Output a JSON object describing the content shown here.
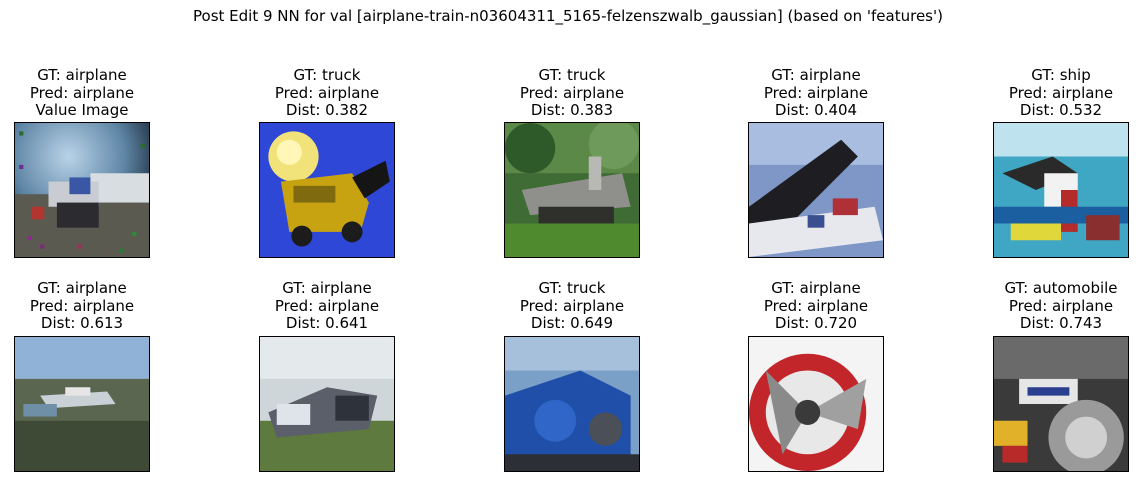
{
  "figure": {
    "title": "Post Edit 9 NN for val [airplane-train-n03604311_5165-felzenszwalb_gaussian] (based on 'features')"
  },
  "panels": [
    {
      "gt": "GT: airplane",
      "pred": "Pred: airplane",
      "extra": "Value Image",
      "image": "airplane-on-tarmac-noisy-thumbnail"
    },
    {
      "gt": "GT: truck",
      "pred": "Pred: airplane",
      "extra": "Dist: 0.382",
      "image": "yellow-truck-blue-background-thumbnail"
    },
    {
      "gt": "GT: truck",
      "pred": "Pred: airplane",
      "extra": "Dist: 0.383",
      "image": "truck-in-green-trees-thumbnail"
    },
    {
      "gt": "GT: airplane",
      "pred": "Pred: airplane",
      "extra": "Dist: 0.404",
      "image": "airplane-wing-closeup-thumbnail"
    },
    {
      "gt": "GT: ship",
      "pred": "Pred: airplane",
      "extra": "Dist: 0.532",
      "image": "colorful-boat-thumbnail"
    },
    {
      "gt": "GT: airplane",
      "pred": "Pred: airplane",
      "extra": "Dist: 0.613",
      "image": "plane-over-landscape-thumbnail"
    },
    {
      "gt": "GT: airplane",
      "pred": "Pred: airplane",
      "extra": "Dist: 0.641",
      "image": "crashed-plane-on-grass-thumbnail"
    },
    {
      "gt": "GT: truck",
      "pred": "Pred: airplane",
      "extra": "Dist: 0.649",
      "image": "blue-vehicle-closeup-thumbnail"
    },
    {
      "gt": "GT: airplane",
      "pred": "Pred: airplane",
      "extra": "Dist: 0.720",
      "image": "propeller-red-cowling-thumbnail"
    },
    {
      "gt": "GT: automobile",
      "pred": "Pred: airplane",
      "extra": "Dist: 0.743",
      "image": "car-wheel-closeup-thumbnail"
    }
  ]
}
